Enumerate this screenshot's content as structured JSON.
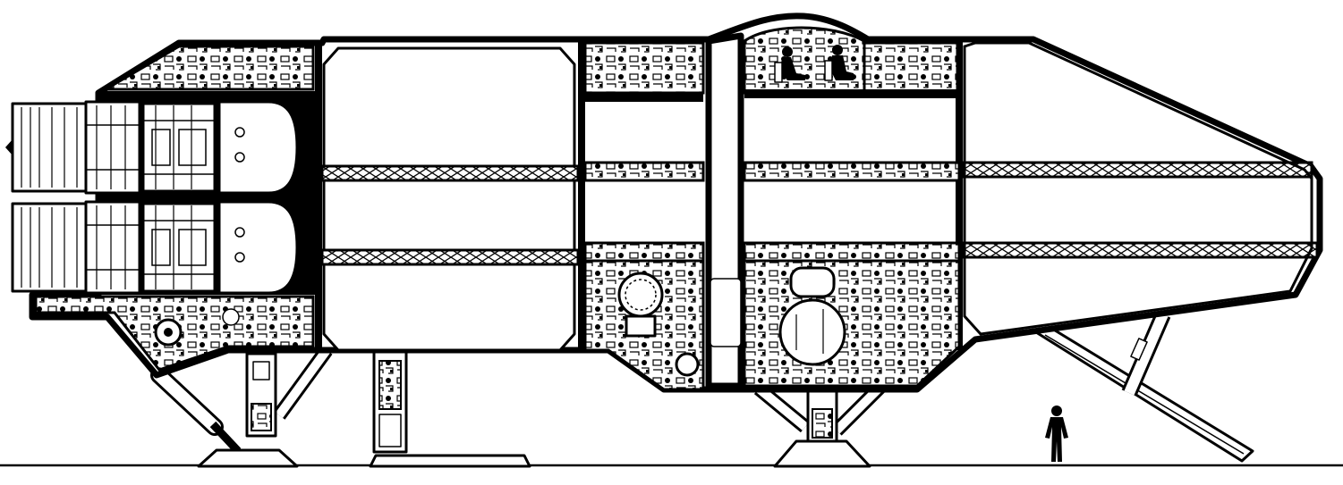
{
  "figure": {
    "type": "cutaway-side-view",
    "subject": "landed-spacecraft",
    "colors": {
      "ink": "#000000",
      "paper": "#ffffff"
    },
    "sections": [
      {
        "id": "engine-section",
        "engines": 2
      },
      {
        "id": "forward-cargo-hold"
      },
      {
        "id": "machinery-section"
      },
      {
        "id": "central-shaft"
      },
      {
        "id": "crew-section",
        "crew_figures": 2
      },
      {
        "id": "nose-section"
      }
    ],
    "decks": 3,
    "landing_legs": 3,
    "ramp": {
      "deployed": true
    },
    "scale_figure": true
  }
}
